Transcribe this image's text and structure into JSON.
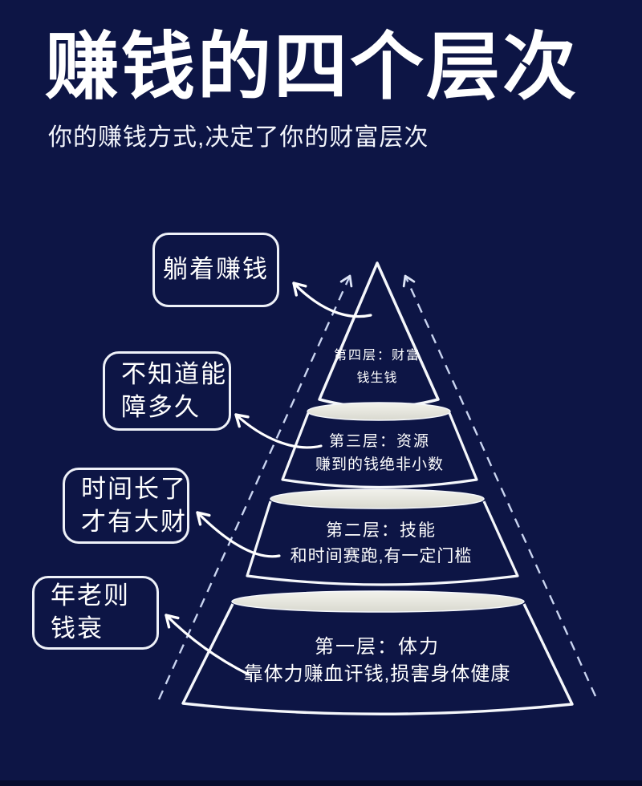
{
  "poster": {
    "title": "赚钱的四个层次",
    "subtitle": "你的赚钱方式,决定了你的财富层次"
  },
  "callouts": [
    {
      "lines": [
        "躺着赚钱"
      ]
    },
    {
      "lines": [
        "不知道能",
        "障多久"
      ]
    },
    {
      "lines": [
        "时间长了",
        "才有大财"
      ]
    },
    {
      "lines": [
        "年老则",
        "钱衰"
      ]
    }
  ],
  "pyramid_levels": [
    {
      "label": "第四层：财富",
      "description": "钱生钱"
    },
    {
      "label": "第三层：资源",
      "description": "赚到的钱绝非小数"
    },
    {
      "label": "第二层：技能",
      "description": "和时间赛跑,有一定门槛"
    },
    {
      "label": "第一层：体力",
      "description": "靠体力赚血讦钱,损害身体健康"
    }
  ],
  "colors": {
    "background": "#0d1545",
    "bottom_strip": "#070c2d",
    "outline": "#f5f7fb",
    "dashed_arrow": "#c9d4f0",
    "ellipse_fill_top": "#f2f2ec",
    "ellipse_fill_bottom": "#d9d9cf",
    "text": "#ffffff"
  },
  "icons": {
    "curved_arrow": "curved-arrow",
    "dashed_trajectory_arrow": "dashed-up-arrow"
  }
}
